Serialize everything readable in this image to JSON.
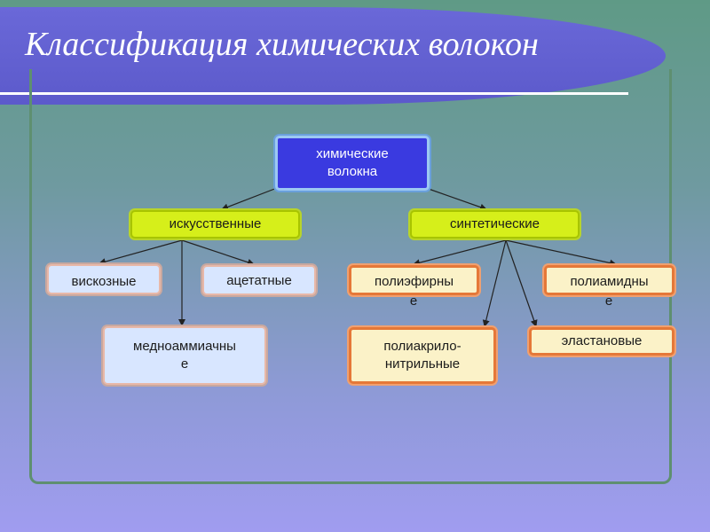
{
  "title": "Классификация химических волокон",
  "root": {
    "line1": "химические",
    "line2": "волокна"
  },
  "artificial": {
    "label": "искусственные",
    "children": [
      "вискозные",
      "ацетатные",
      "медноаммиачные"
    ]
  },
  "synthetic": {
    "label": "синтетические",
    "children": [
      "полиэфирные",
      "полиамидные",
      "полиакрило-нитрильные",
      "эластановые"
    ]
  },
  "display": {
    "visc": "вискозные",
    "acet": "ацетатные",
    "medn_l1": "медноаммиачны",
    "medn_l2": "е",
    "poli_e_l1": "полиэфирны",
    "poli_e_l2": "е",
    "poli_a_l1": "полиамидны",
    "poli_a_l2": "е",
    "pan_l1": "полиакрило-",
    "pan_l2": "нитрильные",
    "elast": "эластановые"
  }
}
